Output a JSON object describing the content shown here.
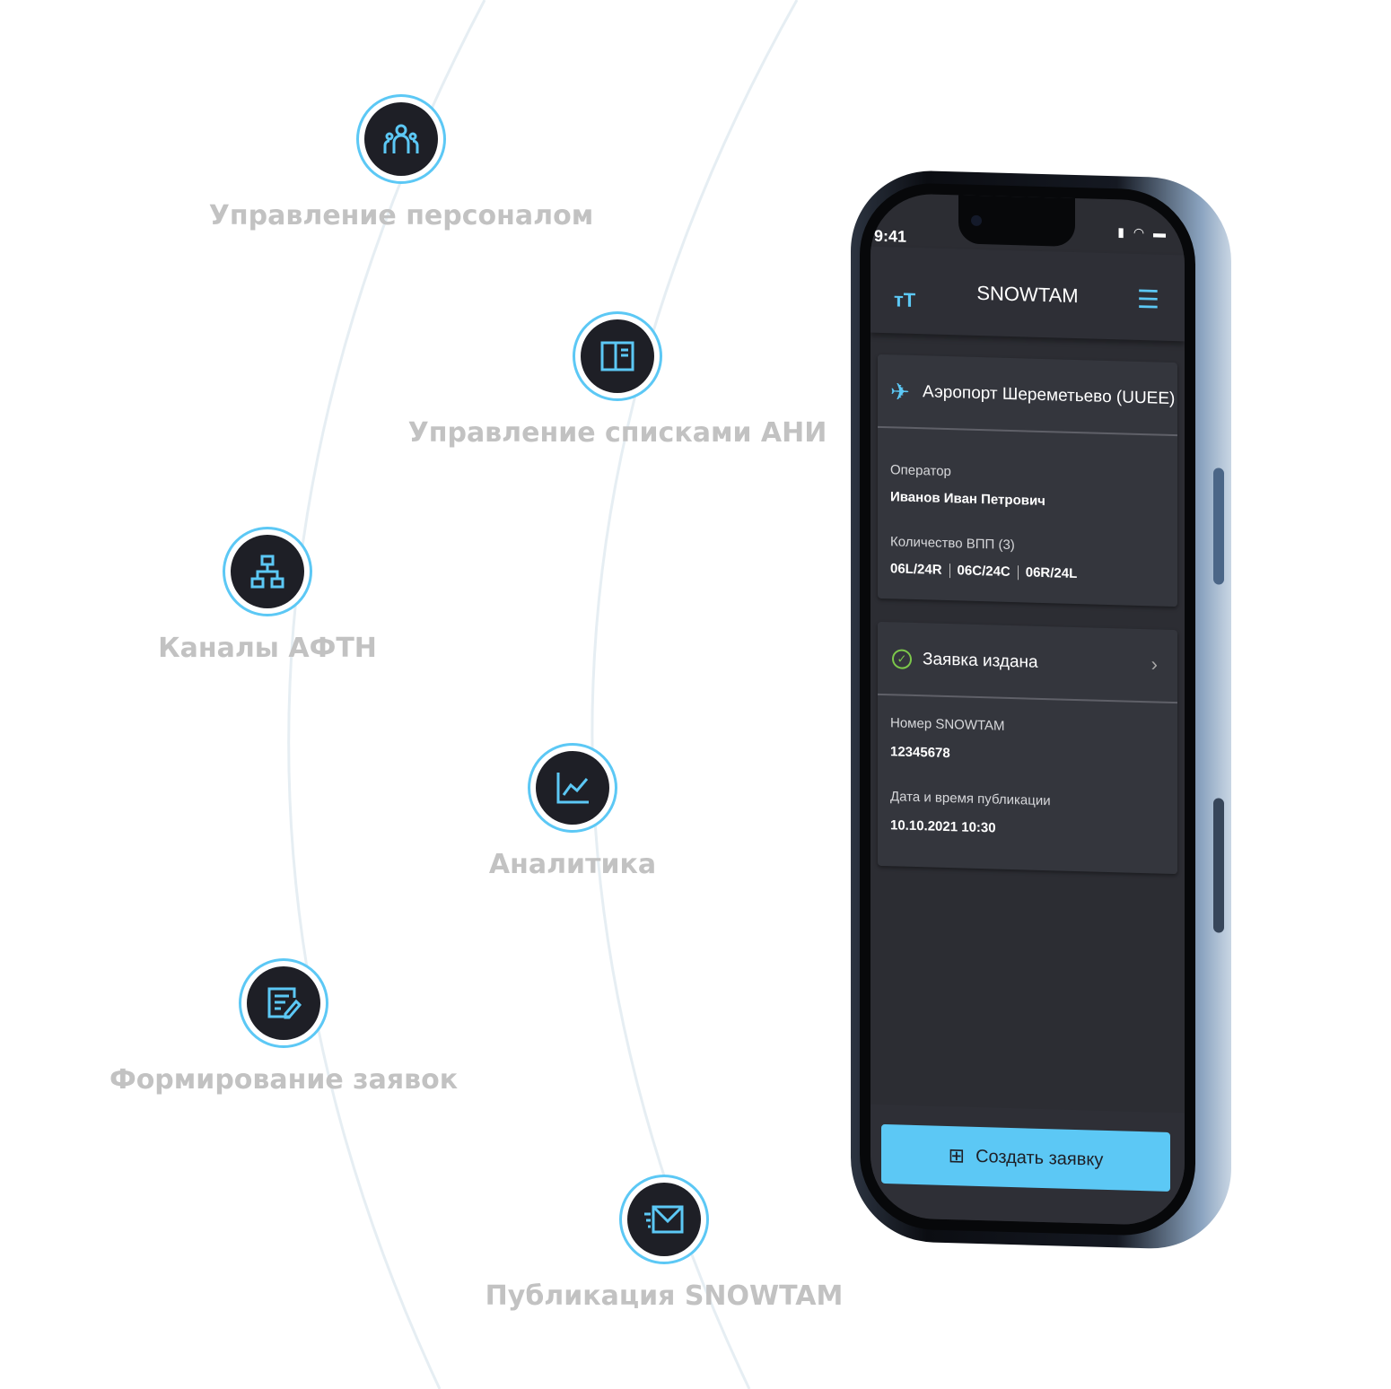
{
  "features": [
    {
      "label": "Управление персоналом",
      "icon": "team-icon"
    },
    {
      "label": "Управление списками АНИ",
      "icon": "book-icon"
    },
    {
      "label": "Каналы АФТН",
      "icon": "network-icon"
    },
    {
      "label": "Аналитика",
      "icon": "chart-icon"
    },
    {
      "label": "Формирование заявок",
      "icon": "edit-document-icon"
    },
    {
      "label": "Публикация SNOWTAM",
      "icon": "send-mail-icon"
    }
  ],
  "phone": {
    "status": {
      "time": "9:41"
    },
    "header": {
      "title": "SNOWTAM"
    },
    "airport": {
      "name": "Аэропорт Шереметьево  (UUEE)",
      "operator_label": "Оператор",
      "operator_name": "Иванов Иван Петрович",
      "runways_label": "Количество ВПП (3)",
      "runways": [
        "06L/24R",
        "06C/24C",
        "06R/24L"
      ]
    },
    "request": {
      "status": "Заявка издана",
      "number_label": "Номер SNOWTAM",
      "number": "12345678",
      "date_label": "Дата и время публикации",
      "date": "10.10.2021  10:30"
    },
    "create_button": "Создать заявку"
  },
  "colors": {
    "accent": "#5cc8f5",
    "dark": "#1e1f26",
    "success": "#7cc84a",
    "label_gray": "#c2c2c2"
  }
}
